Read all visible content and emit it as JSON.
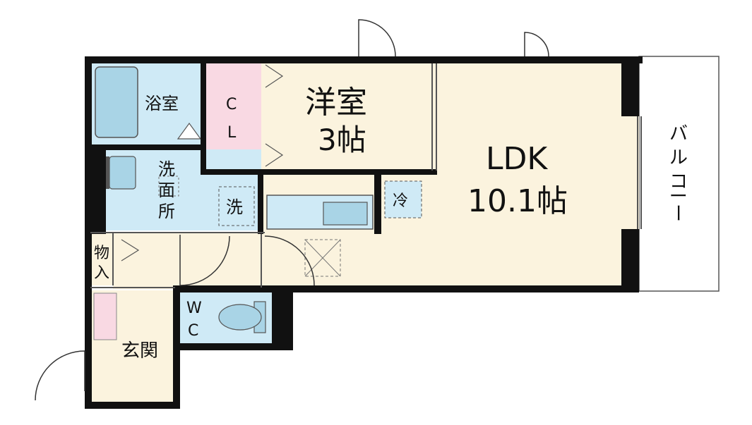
{
  "colors": {
    "wall": "#111111",
    "wet_area": "#cfeaf6",
    "living_area": "#fbf3de",
    "closet": "#f9d9e3",
    "balcony": "#ffffff",
    "fixture": "#a9d4e6"
  },
  "rooms": {
    "bath": "浴室",
    "closet_c": "C",
    "closet_l": "L",
    "western_room": "洋室",
    "western_size": "3帖",
    "washroom_1": "洗",
    "washroom_2": "面",
    "washroom_3": "所",
    "washer": "洗",
    "fridge": "冷",
    "ldk": "LDK",
    "ldk_size": "10.1帖",
    "storage_1": "物",
    "storage_2": "入",
    "wc_w": "W",
    "wc_c": "C",
    "entrance": "玄関",
    "balcony_1": "バ",
    "balcony_2": "ル",
    "balcony_3": "コ",
    "balcony_4": "ニ",
    "balcony_5": "ー"
  }
}
